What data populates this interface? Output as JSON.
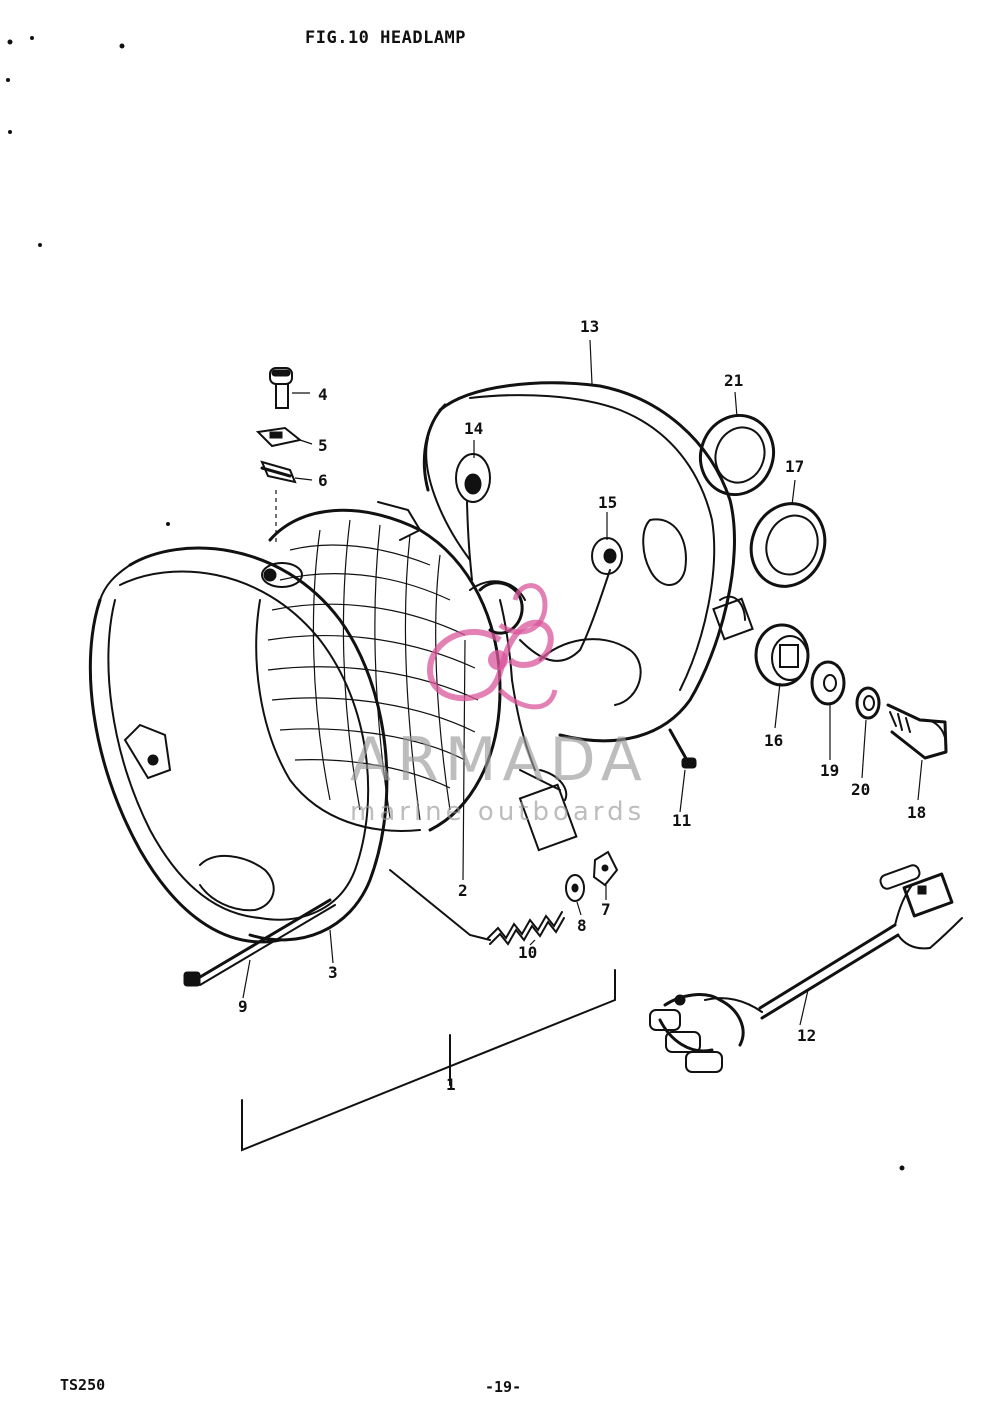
{
  "title": "FIG.10  HEADLAMP",
  "model": "TS250",
  "page_number": "-19-",
  "watermark": {
    "brand": "ARMADA",
    "tagline": "marine outboards",
    "accent": "#d9559b"
  },
  "callouts": [
    "1",
    "2",
    "3",
    "4",
    "5",
    "6",
    "7",
    "8",
    "9",
    "10",
    "11",
    "12",
    "13",
    "14",
    "15",
    "16",
    "17",
    "18",
    "19",
    "20",
    "21"
  ]
}
